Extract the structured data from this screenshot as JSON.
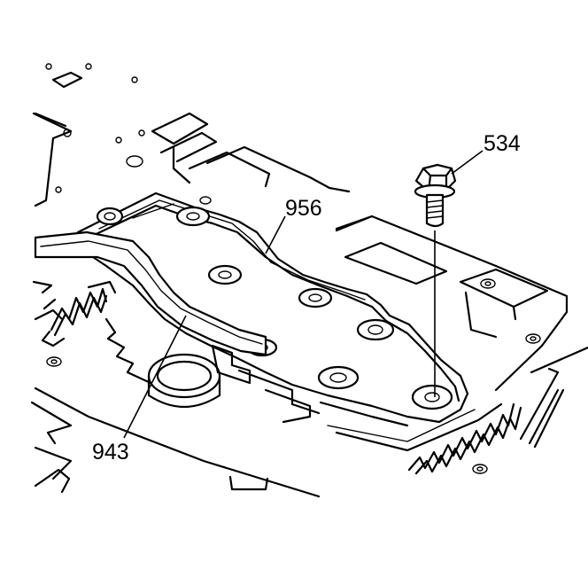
{
  "callouts": {
    "bolt": "534",
    "gasket": "956",
    "seal": "943"
  }
}
